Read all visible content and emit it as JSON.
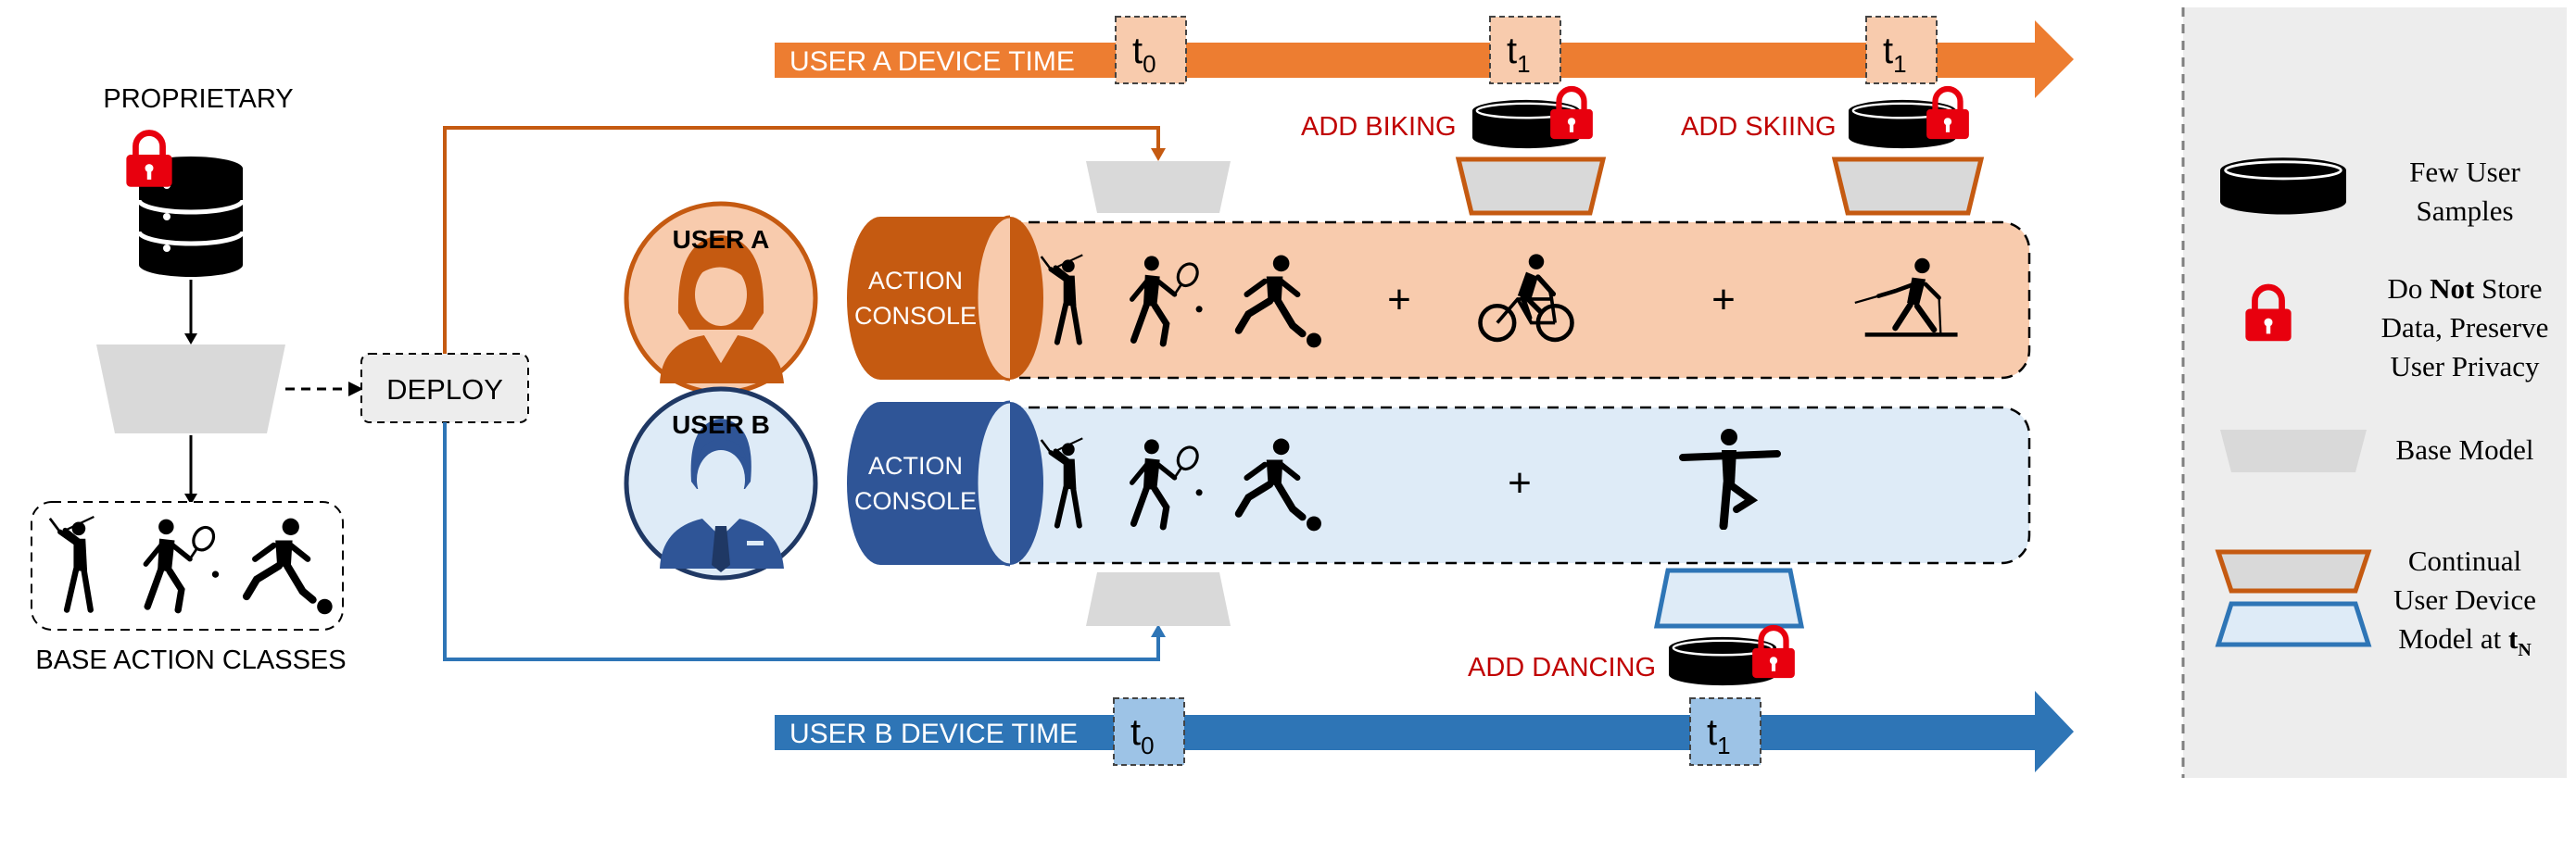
{
  "colors": {
    "orange": "#ED7D31",
    "blue": "#2E75B6",
    "red_text": "#C00000",
    "lock_red": "#E8000E",
    "model_gray": "#D9D9D9",
    "user_a_band": "#F8CBAD",
    "user_b_band": "#DEEBF7",
    "console_a": "#C55A11",
    "console_b": "#2F5597",
    "legend_bg": "#EDEDED",
    "dark_orange_line": "#C55A11",
    "dark_blue_line": "#2E75B6"
  },
  "left": {
    "proprietary": "PROPRIETARY",
    "deploy": "DEPLOY",
    "base_action_classes": "BASE ACTION CLASSES"
  },
  "timeline_a": {
    "label": "USER A DEVICE TIME",
    "ticks": [
      {
        "base": "t",
        "sub": "0"
      },
      {
        "base": "t",
        "sub": "1"
      },
      {
        "base": "t",
        "sub": "1"
      }
    ]
  },
  "timeline_b": {
    "label": "USER B DEVICE TIME",
    "ticks": [
      {
        "base": "t",
        "sub": "0"
      },
      {
        "base": "t",
        "sub": "1"
      }
    ]
  },
  "additions": {
    "biking": "ADD BIKING",
    "skiing": "ADD SKIING",
    "dancing": "ADD DANCING"
  },
  "user_a": {
    "name": "USER A",
    "console_line1": "ACTION",
    "console_line2": "CONSOLE",
    "plus": "+"
  },
  "user_b": {
    "name": "USER B",
    "console_line1": "ACTION",
    "console_line2": "CONSOLE",
    "plus": "+"
  },
  "icons": {
    "database": "database-icon",
    "lock": "lock-icon",
    "golf": "golf-icon",
    "tennis": "tennis-icon",
    "soccer": "soccer-icon",
    "biking": "biking-icon",
    "skiing": "skiing-icon",
    "dancing": "dancing-icon",
    "user_female": "user-female-icon",
    "user_male": "user-male-icon",
    "user_samples": "user-samples-icon"
  },
  "legend": {
    "few_samples_1": "Few User",
    "few_samples_2": "Samples",
    "privacy_1a": "Do ",
    "privacy_1b": "Not",
    "privacy_1c": " Store",
    "privacy_2": "Data, Preserve",
    "privacy_3": "User Privacy",
    "base_model": "Base Model",
    "continual_1": "Continual",
    "continual_2": "User Device",
    "continual_3a": "Model at ",
    "continual_3b": "t",
    "continual_3c": "N"
  }
}
